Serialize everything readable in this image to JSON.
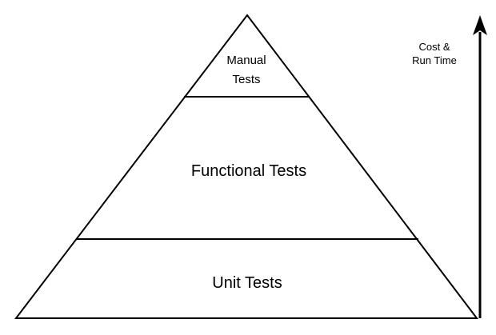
{
  "pyramid": {
    "top_label_line1": "Manual",
    "top_label_line2": "Tests",
    "middle_label": "Functional Tests",
    "bottom_label": "Unit Tests"
  },
  "axis": {
    "label_line1": "Cost &",
    "label_line2": "Run Time"
  },
  "colors": {
    "stroke": "#000000",
    "background": "#ffffff"
  }
}
